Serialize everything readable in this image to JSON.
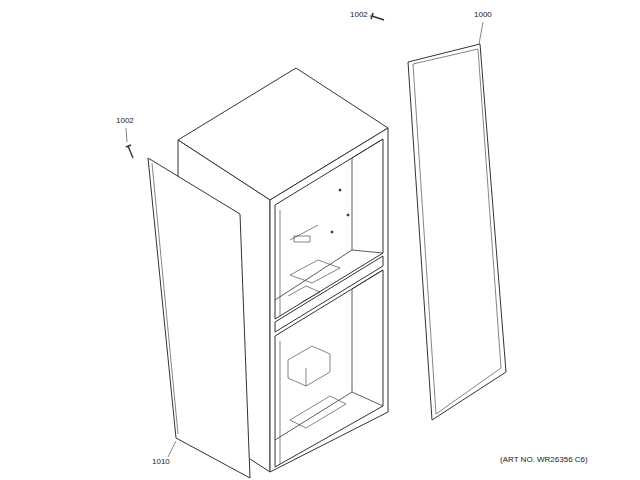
{
  "diagram": {
    "labels": [
      "1002",
      "1000",
      "1002",
      "1010",
      "(ART NO. WR26356 C6)"
    ]
  }
}
